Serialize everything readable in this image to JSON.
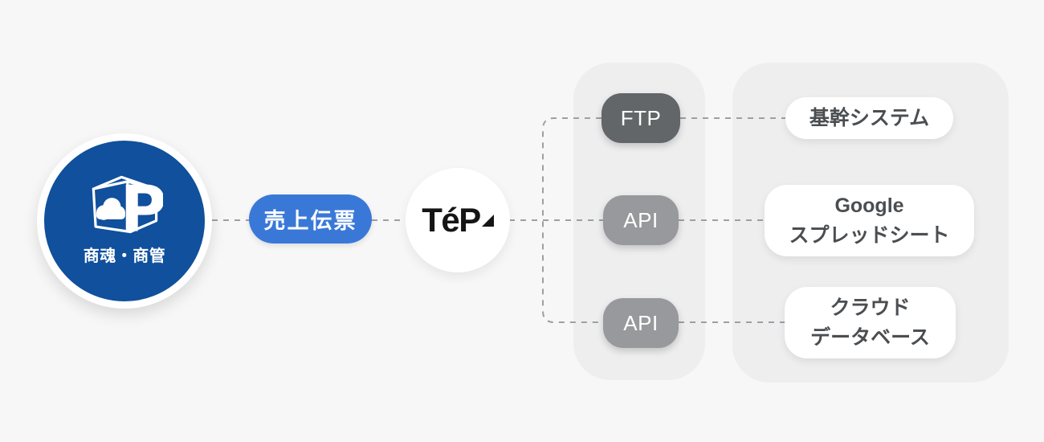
{
  "colors": {
    "background": "#f7f7f8",
    "panel_gray": "#eeeeef",
    "source_blue": "#10509d",
    "document_blue": "#3a78d8",
    "ftp_pill_gray": "#636669",
    "api_pill_gray": "#97999c",
    "dash_gray": "#9da0a2",
    "destination_text": "#4b4e51",
    "hub_text": "#151515"
  },
  "source": {
    "label": "商魂・商管",
    "logo": "p-cube-cloud-logo"
  },
  "document": {
    "label": "売上伝票"
  },
  "hub": {
    "label": "TéP",
    "mark": "triangle"
  },
  "protocols": [
    {
      "label": "FTP"
    },
    {
      "label": "API"
    },
    {
      "label": "API"
    }
  ],
  "destinations": [
    {
      "line1": "基幹システム",
      "line2": ""
    },
    {
      "line1": "Google",
      "line2": "スプレッドシート"
    },
    {
      "line1": "クラウド",
      "line2": "データベース"
    }
  ]
}
